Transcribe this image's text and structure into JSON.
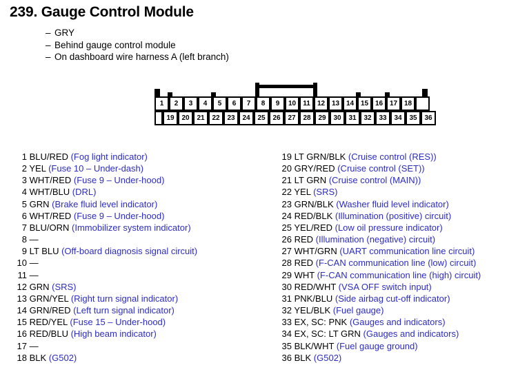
{
  "header": {
    "title": "239. Gauge Control Module",
    "subtitles": [
      "GRY",
      "Behind gauge control module",
      "On dashboard wire harness A (left branch)"
    ],
    "dash": "–"
  },
  "connector": {
    "top_row": [
      "1",
      "2",
      "3",
      "4",
      "5",
      "6",
      "7",
      "8",
      "9",
      "10",
      "11",
      "12",
      "13",
      "14",
      "15",
      "16",
      "17",
      "18"
    ],
    "bottom_row": [
      "19",
      "20",
      "21",
      "22",
      "23",
      "24",
      "25",
      "26",
      "27",
      "28",
      "29",
      "30",
      "31",
      "32",
      "33",
      "34",
      "35",
      "36"
    ]
  },
  "colors": {
    "description_blue": "#2d2dbb",
    "wire_code_black": "#000000",
    "connector_black": "#000000",
    "page_background": "#ffffff"
  },
  "pins": {
    "left_column": [
      {
        "num": "1",
        "color": "BLU/RED",
        "desc": "(Fog light indicator)"
      },
      {
        "num": "2",
        "color": "YEL",
        "desc": "(Fuse 10 – Under-dash)"
      },
      {
        "num": "3",
        "color": "WHT/RED",
        "desc": "(Fuse 9 – Under-hood)"
      },
      {
        "num": "4",
        "color": "WHT/BLU",
        "desc": "(DRL)"
      },
      {
        "num": "5",
        "color": "GRN",
        "desc": "(Brake fluid level indicator)"
      },
      {
        "num": "6",
        "color": "WHT/RED",
        "desc": "(Fuse 9 – Under-hood)"
      },
      {
        "num": "7",
        "color": "BLU/ORN",
        "desc": "(Immobilizer system indicator)"
      },
      {
        "num": "8",
        "color": "—",
        "desc": ""
      },
      {
        "num": "9",
        "color": "LT BLU",
        "desc": "(Off-board diagnosis signal circuit)"
      },
      {
        "num": "10",
        "color": "—",
        "desc": ""
      },
      {
        "num": "11",
        "color": "—",
        "desc": ""
      },
      {
        "num": "12",
        "color": "GRN",
        "desc": "(SRS)"
      },
      {
        "num": "13",
        "color": "GRN/YEL",
        "desc": "(Right turn signal indicator)"
      },
      {
        "num": "14",
        "color": "GRN/RED",
        "desc": "(Left turn signal indicator)"
      },
      {
        "num": "15",
        "color": "RED/YEL",
        "desc": "(Fuse 15 – Under-hood)"
      },
      {
        "num": "16",
        "color": "RED/BLU",
        "desc": "(High beam indicator)"
      },
      {
        "num": "17",
        "color": "—",
        "desc": ""
      },
      {
        "num": "18",
        "color": "BLK",
        "desc": "(G502)"
      }
    ],
    "right_column": [
      {
        "num": "19",
        "color": "LT GRN/BLK",
        "desc": "(Cruise control (RES))"
      },
      {
        "num": "20",
        "color": "GRY/RED",
        "desc": "(Cruise control (SET))"
      },
      {
        "num": "21",
        "color": "LT GRN",
        "desc": "(Cruise control (MAIN))"
      },
      {
        "num": "22",
        "color": "YEL",
        "desc": "(SRS)"
      },
      {
        "num": "23",
        "color": "GRN/BLK",
        "desc": "(Washer fluid level indicator)"
      },
      {
        "num": "24",
        "color": "RED/BLK",
        "desc": "(Illumination (positive) circuit)"
      },
      {
        "num": "25",
        "color": "YEL/RED",
        "desc": "(Low oil pressure indicator)"
      },
      {
        "num": "26",
        "color": "RED",
        "desc": "(Illumination (negative) circuit)"
      },
      {
        "num": "27",
        "color": "WHT/GRN",
        "desc": "(UART communication line circuit)"
      },
      {
        "num": "28",
        "color": "RED",
        "desc": "(F-CAN communication line (low) circuit)"
      },
      {
        "num": "29",
        "color": "WHT",
        "desc": "(F-CAN communication line (high) circuit)"
      },
      {
        "num": "30",
        "color": "RED/WHT",
        "desc": "(VSA OFF switch input)"
      },
      {
        "num": "31",
        "color": "PNK/BLU",
        "desc": "(Side airbag cut-off indicator)"
      },
      {
        "num": "32",
        "color": "YEL/BLK",
        "desc": "(Fuel gauge)"
      },
      {
        "num": "33",
        "color": "EX, SC: PNK",
        "desc": "(Gauges and indicators)"
      },
      {
        "num": "34",
        "color": "EX, SC: LT GRN",
        "desc": "(Gauges and indicators)"
      },
      {
        "num": "35",
        "color": "BLK/WHT",
        "desc": "(Fuel gauge ground)"
      },
      {
        "num": "36",
        "color": "BLK",
        "desc": "(G502)"
      }
    ]
  }
}
